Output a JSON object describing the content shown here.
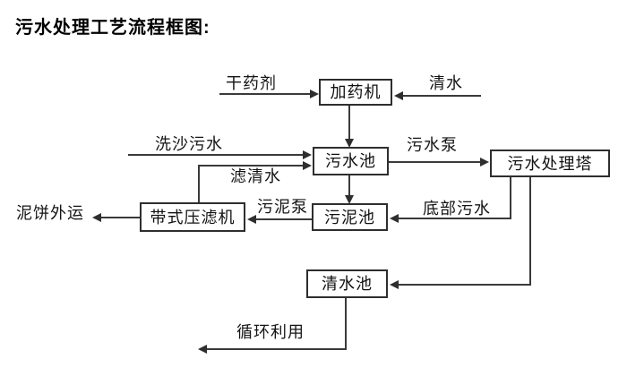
{
  "title": "污水处理工艺流程框图:",
  "colors": {
    "background": "#ffffff",
    "line": "#3a3a3a",
    "text": "#111111"
  },
  "nodes": [
    {
      "id": "dosing-machine",
      "label": "加药机"
    },
    {
      "id": "sewage-pool",
      "label": "污水池"
    },
    {
      "id": "treatment-tower",
      "label": "污水处理塔"
    },
    {
      "id": "sludge-pool",
      "label": "污泥池"
    },
    {
      "id": "belt-filter-press",
      "label": "带式压滤机"
    },
    {
      "id": "clear-water-pool",
      "label": "清水池"
    }
  ],
  "edges": [
    {
      "id": "dry-agent",
      "label": "干药剂",
      "from": "external",
      "to": "dosing-machine"
    },
    {
      "id": "clear-water-in",
      "label": "清水",
      "from": "external",
      "to": "dosing-machine"
    },
    {
      "id": "dosing-to-sewage",
      "label": "",
      "from": "dosing-machine",
      "to": "sewage-pool"
    },
    {
      "id": "sand-wash-sewage",
      "label": "洗沙污水",
      "from": "external",
      "to": "sewage-pool"
    },
    {
      "id": "filtered-water",
      "label": "滤清水",
      "from": "belt-filter-press",
      "to": "sewage-pool"
    },
    {
      "id": "sewage-pump",
      "label": "污水泵",
      "from": "sewage-pool",
      "to": "treatment-tower"
    },
    {
      "id": "sewage-to-sludge",
      "label": "",
      "from": "sewage-pool",
      "to": "sludge-pool"
    },
    {
      "id": "bottom-sewage",
      "label": "底部污水",
      "from": "treatment-tower",
      "to": "sludge-pool"
    },
    {
      "id": "sludge-pump",
      "label": "污泥泵",
      "from": "sludge-pool",
      "to": "belt-filter-press"
    },
    {
      "id": "mud-cake-out",
      "label": "泥饼外运",
      "from": "belt-filter-press",
      "to": "external"
    },
    {
      "id": "tower-to-clear",
      "label": "",
      "from": "treatment-tower",
      "to": "clear-water-pool"
    },
    {
      "id": "recycling",
      "label": "循环利用",
      "from": "clear-water-pool",
      "to": "external"
    }
  ]
}
